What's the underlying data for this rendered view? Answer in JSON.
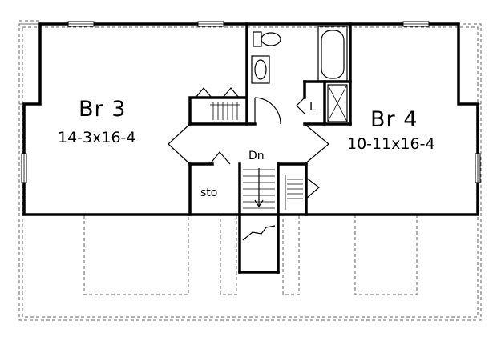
{
  "rooms": {
    "br3": {
      "name": "Br 3",
      "dims": "14-3x16-4"
    },
    "br4": {
      "name": "Br 4",
      "dims": "10-11x16-4"
    },
    "storage": {
      "label": "sto"
    },
    "stair": {
      "label": "Dn"
    },
    "linen": {
      "label": "L"
    }
  },
  "colors": {
    "line": "#000000",
    "background": "#ffffff",
    "dashed": "#666666"
  }
}
